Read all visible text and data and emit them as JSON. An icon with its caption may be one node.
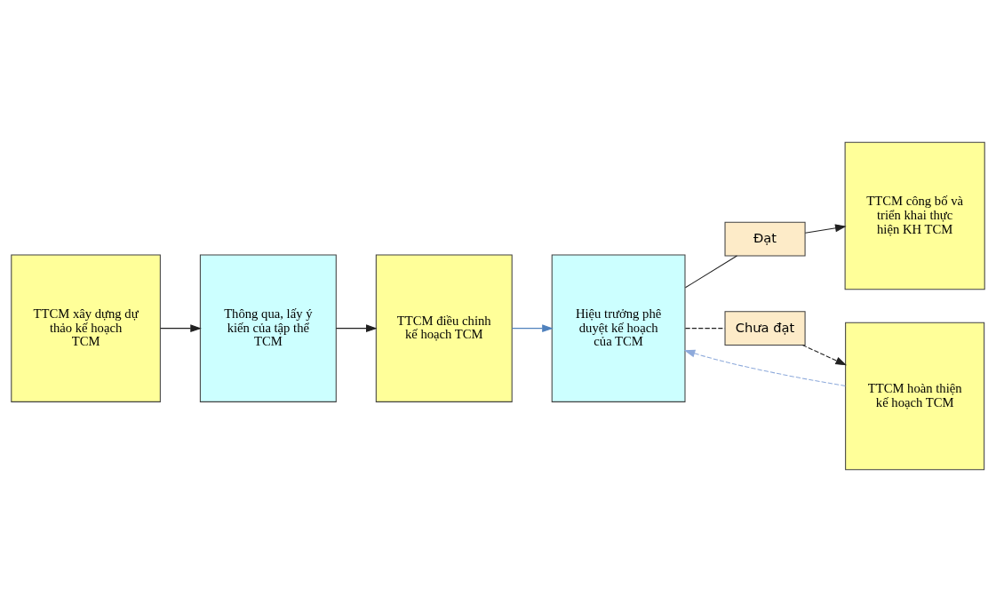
{
  "diagram": {
    "nodes": [
      {
        "text": [
          "Hiệu trưởng phê duyệt kế hoạch của TCM"
        ]
      },
      {
        "text": [
          "Đạt"
        ]
      },
      {
        "text": [
          "Chưa đạt"
        ]
      },
      {
        "text": [
          "TTCM xây dựng dự thảo kế hoạch TCM"
        ]
      },
      {
        "text": [
          "TTCM điều chỉnh kế hoạch TCM"
        ]
      },
      {
        "text": [
          "TTCM hoàn thiện kế hoạch TCM"
        ]
      },
      {
        "text": [
          "TTCM công bố và triển khai thực hiện KH TCM"
        ]
      },
      {
        "text": [
          "Thông qua, lấy ý kiến của tập thể TCM"
        ]
      }
    ],
    "edges": [
      {
        "from": 3,
        "to": 7,
        "arrow": "to"
      },
      {
        "from": 7,
        "to": 4,
        "arrow": "to"
      },
      {
        "from": 4,
        "to": 0,
        "arrow": "to",
        "color": "#4f81bd"
      },
      {
        "from": 0,
        "to": 1,
        "arrow": "none"
      },
      {
        "from": 0,
        "to": 2,
        "arrow": "none",
        "style": "dashed"
      },
      {
        "from": 1,
        "to": 6,
        "arrow": "to"
      },
      {
        "from": 2,
        "to": 5,
        "arrow": "to",
        "style": "dashed"
      },
      {
        "from": 5,
        "to": 0,
        "arrow": "to",
        "style": "dashed",
        "color": "#8eaadb"
      }
    ]
  }
}
